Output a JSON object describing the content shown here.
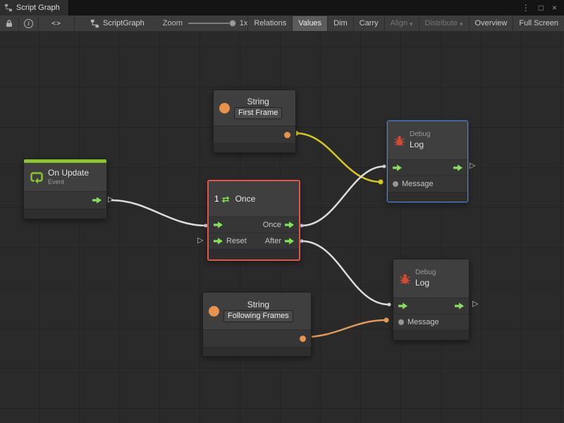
{
  "window": {
    "tab_title": "Script Graph",
    "controls": {
      "menu": "⋮",
      "maximize": "□",
      "close": "×"
    }
  },
  "icons": {
    "caret": "▾",
    "flow_triangle": "▷",
    "code": "<>",
    "info": "i",
    "swap_arrows": "⇄"
  },
  "toolbar": {
    "graph_label": "ScriptGraph",
    "zoom_label": "Zoom",
    "zoom_value": "1x",
    "buttons": {
      "relations": "Relations",
      "values": "Values",
      "dim": "Dim",
      "carry": "Carry",
      "align": "Align",
      "distribute": "Distribute",
      "overview": "Overview",
      "full_screen": "Full Screen"
    }
  },
  "nodes": {
    "string_top": {
      "title": "String",
      "value": "First Frame"
    },
    "string_bottom": {
      "title": "String",
      "value": "Following Frames"
    },
    "on_update": {
      "title": "On Update",
      "subtitle": "Event"
    },
    "once": {
      "icon_number": "1",
      "title": "Once",
      "ports": {
        "once": "Once",
        "reset": "Reset",
        "after": "After"
      }
    },
    "debug_top": {
      "title_small": "Debug",
      "title": "Log",
      "message": "Message"
    },
    "debug_bottom": {
      "title_small": "Debug",
      "title": "Log",
      "message": "Message"
    }
  },
  "colors": {
    "port_green": "#84e254",
    "port_orange": "#e8924c",
    "wire_white": "#dcdcdc",
    "wire_yellow": "#d7c71e",
    "wire_orange": "#e09a5a",
    "selection_red": "#e25548",
    "selection_blue": "#4e7ed2",
    "event_green": "#8cc62e",
    "bug_red": "#d14b32"
  }
}
